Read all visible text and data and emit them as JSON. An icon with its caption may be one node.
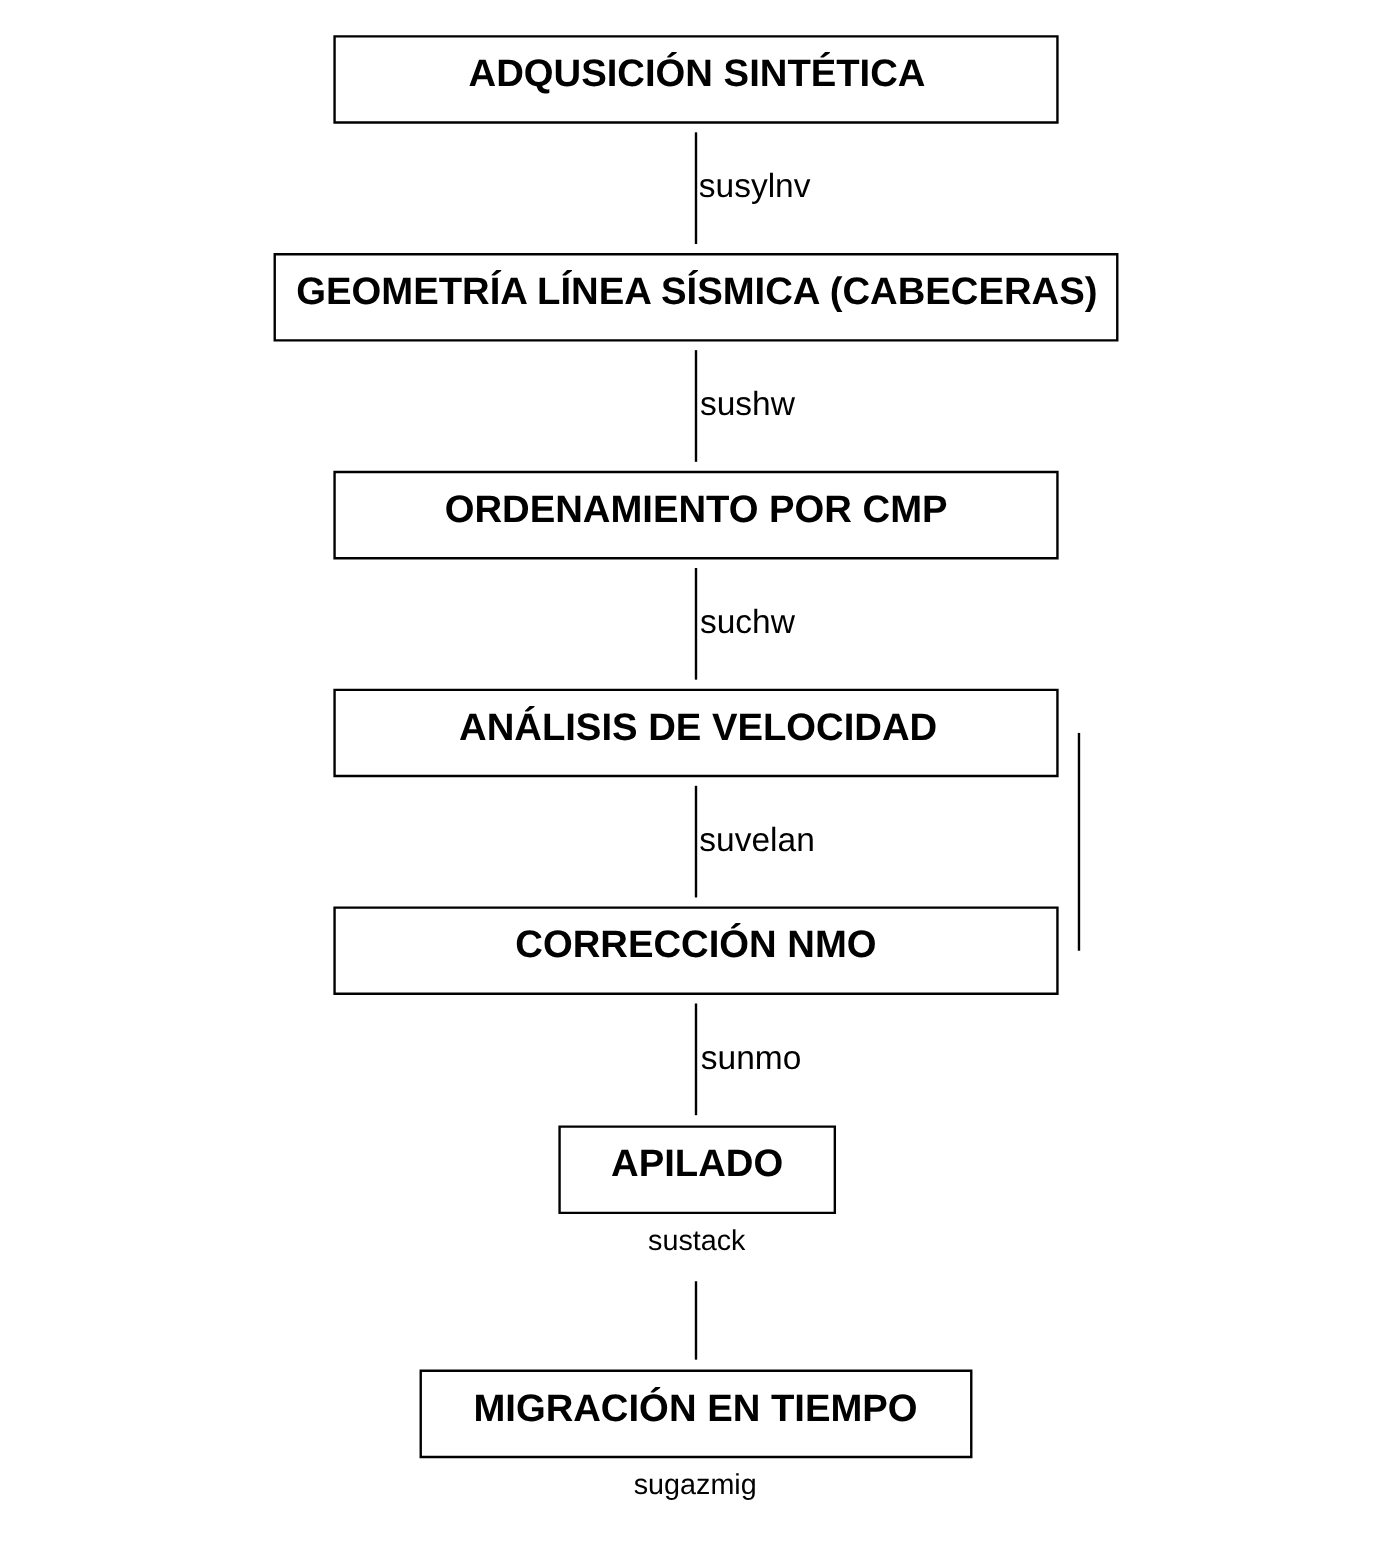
{
  "diagram": {
    "nodes": [
      {
        "text": [
          "ADQUSICIÓN SINTÉTICA"
        ]
      },
      {
        "text": [
          "GEOMETRÍA LÍNEA SÍSMICA (CABECERAS)"
        ]
      },
      {
        "text": [
          "ORDENAMIENTO POR CMP"
        ]
      },
      {
        "text": [
          "ANÁLISIS DE VELOCIDAD"
        ]
      },
      {
        "text": [
          "CORRECCIÓN NMO"
        ]
      },
      {
        "text": [
          "APILADO"
        ],
        "beside": [
          "sustack"
        ]
      },
      {
        "text": [
          "MIGRACIÓN EN TIEMPO"
        ],
        "beside": [
          "sugazmig"
        ]
      }
    ],
    "edges": [
      {
        "from": 0,
        "to": 1,
        "arrow": "none",
        "label": "susylnv"
      },
      {
        "from": 1,
        "to": 2,
        "arrow": "none",
        "label": "sushw"
      },
      {
        "from": 2,
        "to": 3,
        "arrow": "none",
        "label": "suchw"
      },
      {
        "from": 3,
        "to": 4,
        "arrow": "none",
        "label": "suvelan"
      },
      {
        "from": 3,
        "to": 4,
        "arrow": "none"
      },
      {
        "from": 4,
        "to": 5,
        "arrow": "none",
        "label": "sunmo"
      },
      {
        "from": 5,
        "to": 6,
        "arrow": "none"
      }
    ]
  }
}
